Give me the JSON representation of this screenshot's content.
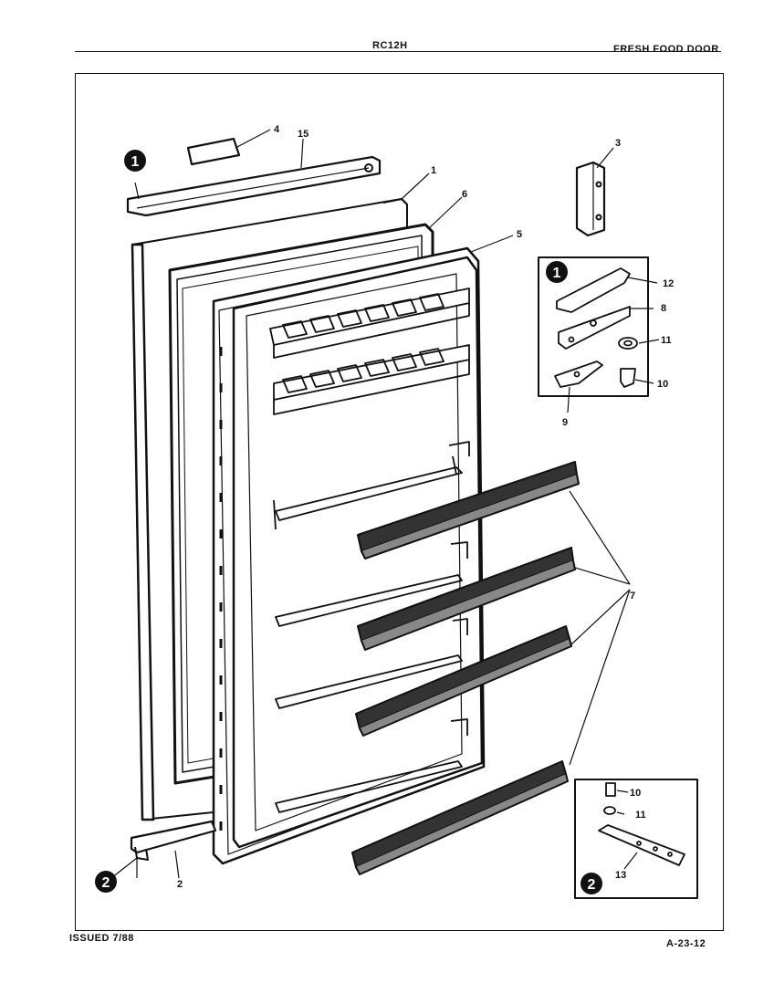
{
  "header": {
    "model": "RC12H",
    "section": "FRESH FOOD DOOR"
  },
  "footer": {
    "issued": "ISSUED 7/88",
    "page_code": "A-23-12"
  },
  "callouts": {
    "c1": "1",
    "c2": "2",
    "c3": "3",
    "c4": "4",
    "c5": "5",
    "c6": "6",
    "c7": "7",
    "c8": "8",
    "c9": "9",
    "c10a": "10",
    "c10b": "10",
    "c11a": "11",
    "c11b": "11",
    "c12": "12",
    "c13": "13",
    "c15": "15"
  },
  "markers": {
    "top_hinge": "1",
    "bottom_hinge": "2",
    "inset_top": "1",
    "inset_bottom": "2"
  }
}
